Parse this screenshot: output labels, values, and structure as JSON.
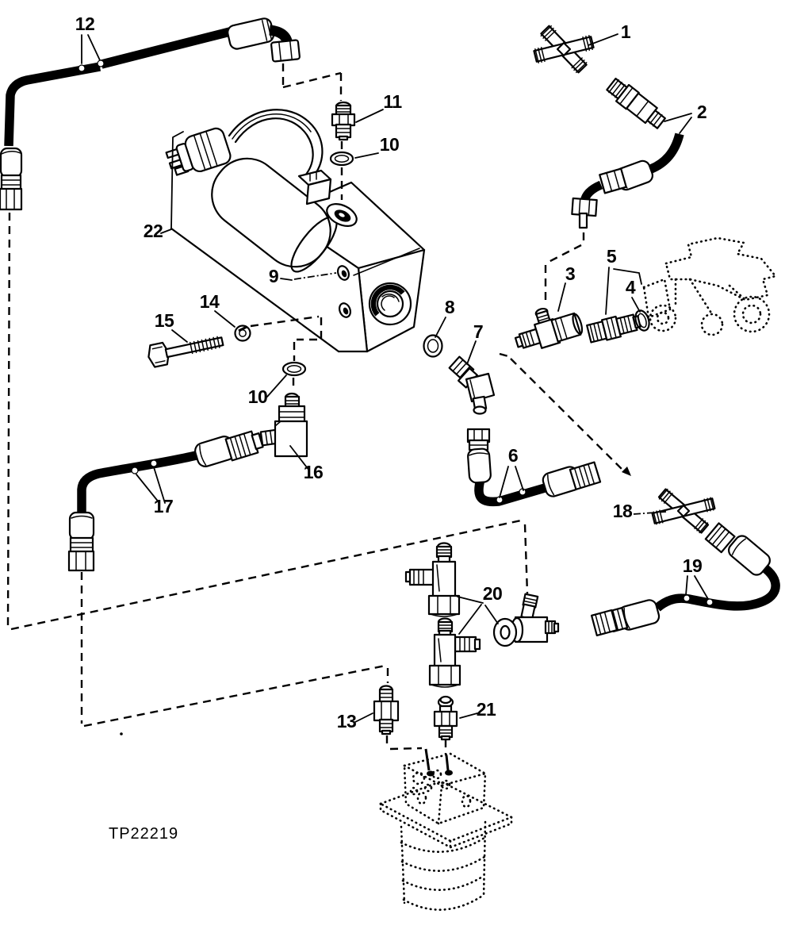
{
  "figure": {
    "id_code": "TP22219",
    "background": "#ffffff",
    "ink": "#000000"
  },
  "callouts": [
    {
      "id": "callout-1",
      "label": "1"
    },
    {
      "id": "callout-2",
      "label": "2"
    },
    {
      "id": "callout-3",
      "label": "3"
    },
    {
      "id": "callout-4",
      "label": "4"
    },
    {
      "id": "callout-5",
      "label": "5"
    },
    {
      "id": "callout-6",
      "label": "6"
    },
    {
      "id": "callout-7",
      "label": "7"
    },
    {
      "id": "callout-8",
      "label": "8"
    },
    {
      "id": "callout-9",
      "label": "9"
    },
    {
      "id": "callout-10-upper",
      "label": "10"
    },
    {
      "id": "callout-10-lower",
      "label": "10"
    },
    {
      "id": "callout-11",
      "label": "11"
    },
    {
      "id": "callout-12",
      "label": "12"
    },
    {
      "id": "callout-13",
      "label": "13"
    },
    {
      "id": "callout-14",
      "label": "14"
    },
    {
      "id": "callout-15",
      "label": "15"
    },
    {
      "id": "callout-16",
      "label": "16"
    },
    {
      "id": "callout-17",
      "label": "17"
    },
    {
      "id": "callout-18",
      "label": "18"
    },
    {
      "id": "callout-19",
      "label": "19"
    },
    {
      "id": "callout-20",
      "label": "20"
    },
    {
      "id": "callout-21",
      "label": "21"
    },
    {
      "id": "callout-22",
      "label": "22"
    }
  ]
}
